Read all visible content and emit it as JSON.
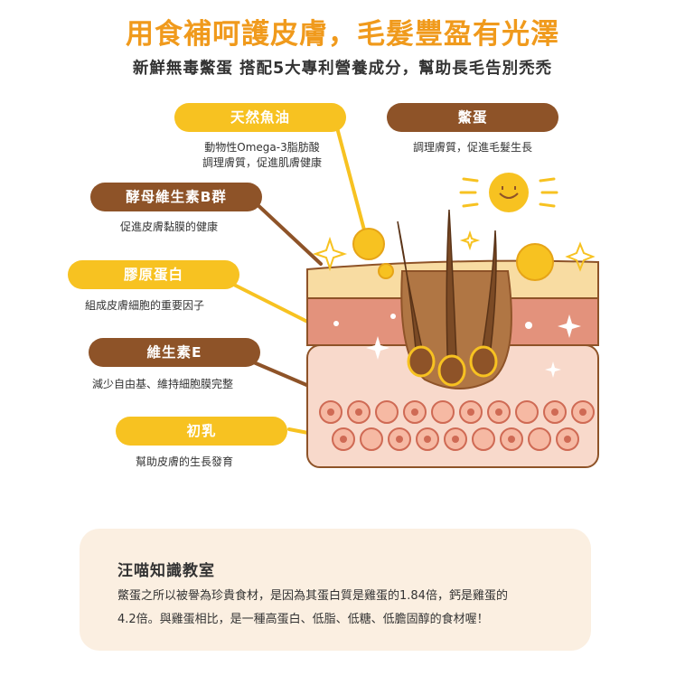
{
  "header": {
    "title": "用食補呵護皮膚，毛髮豐盈有光澤",
    "subtitle": "新鮮無毒鱉蛋 搭配5大專利營養成分，幫助長毛告別禿禿"
  },
  "labels": [
    {
      "id": "fish-oil",
      "name": "天然魚油",
      "lines": [
        "動物性Omega-3脂肪酸",
        "調理膚質，促進肌膚健康"
      ]
    },
    {
      "id": "turtle-egg",
      "name": "鱉蛋",
      "lines": [
        "調理膚質，促進毛髮生長"
      ]
    },
    {
      "id": "yeast-b",
      "name": "酵母維生素B群",
      "lines": [
        "促進皮膚黏膜的健康"
      ]
    },
    {
      "id": "collagen",
      "name": "膠原蛋白",
      "lines": [
        "組成皮膚細胞的重要因子"
      ]
    },
    {
      "id": "vitamin-e",
      "name": "維生素E",
      "lines": [
        "減少自由基、維持細胞膜完整"
      ]
    },
    {
      "id": "colostrum",
      "name": "初乳",
      "lines": [
        "幫助皮膚的生長發育"
      ]
    }
  ],
  "colors": {
    "accent_orange": "#f09a1c",
    "pill_yellow": "#f7c221",
    "pill_brown": "#8e5328",
    "info_box_bg": "#fbefe1"
  },
  "info_box": {
    "title": "汪喵知識教室",
    "lines": [
      "鱉蛋之所以被譽為珍貴食材，是因為其蛋白質是雞蛋的1.84倍，鈣是雞蛋的",
      "4.2倍。與雞蛋相比，是一種高蛋白、低脂、低糖、低膽固醇的食材喔！"
    ]
  }
}
